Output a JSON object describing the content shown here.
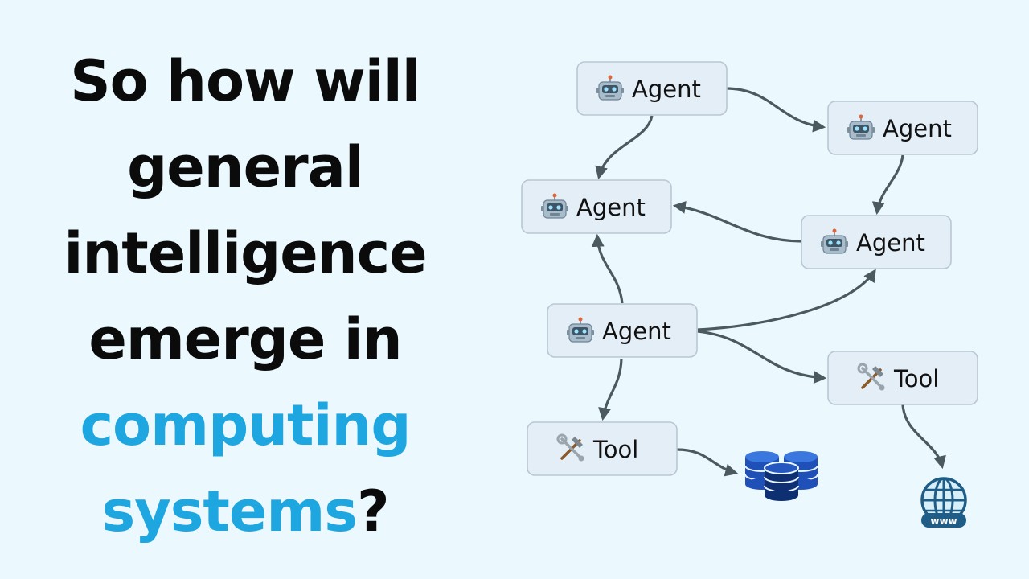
{
  "headline": {
    "line1": "So how will",
    "line2": "general",
    "line3": "intelligence",
    "line4": "emerge in",
    "line5": "computing",
    "line6a": "systems",
    "line6b": "?"
  },
  "colors": {
    "background": "#ebf9fe",
    "accent": "#1ea6e0",
    "node_fill": "#e3eef7",
    "edge": "#4a5a5e"
  },
  "nodes": {
    "agent_top": {
      "label": "Agent",
      "icon": "robot-icon"
    },
    "agent_right_top": {
      "label": "Agent",
      "icon": "robot-icon"
    },
    "agent_mid_left": {
      "label": "Agent",
      "icon": "robot-icon"
    },
    "agent_mid_right": {
      "label": "Agent",
      "icon": "robot-icon"
    },
    "agent_center": {
      "label": "Agent",
      "icon": "robot-icon"
    },
    "tool_right": {
      "label": "Tool",
      "icon": "hammer-wrench-icon"
    },
    "tool_bottom": {
      "label": "Tool",
      "icon": "hammer-wrench-icon"
    }
  },
  "icons": {
    "database": "database-icon",
    "web": "globe-www-icon",
    "web_label": "www"
  }
}
